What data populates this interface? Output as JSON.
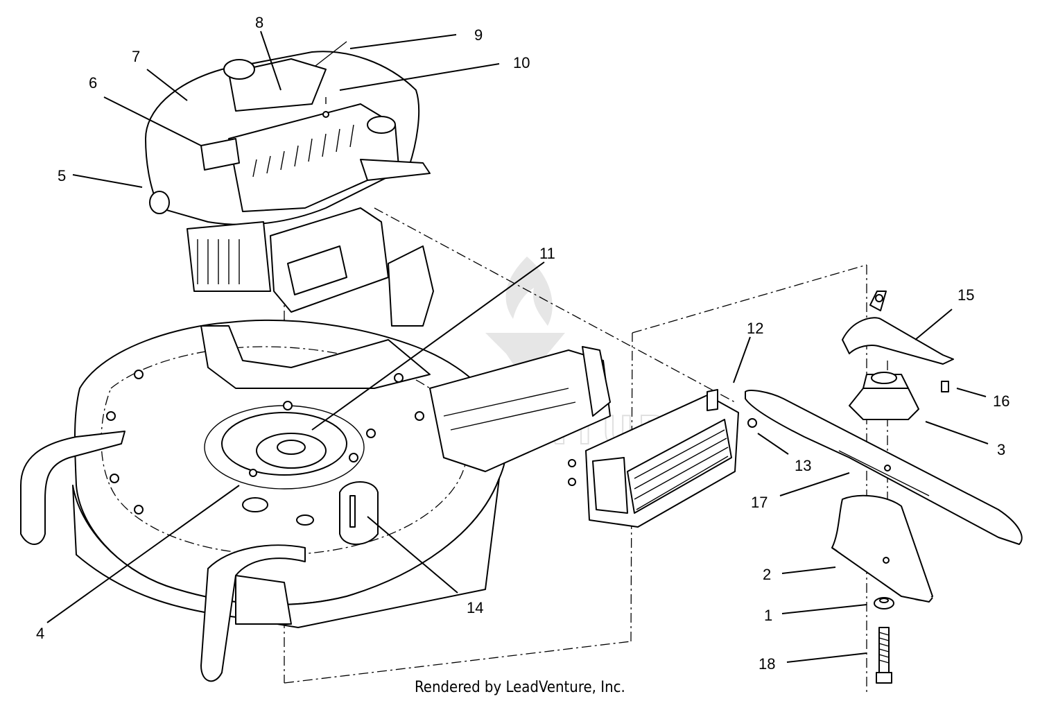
{
  "diagram": {
    "callouts": [
      "1",
      "2",
      "3",
      "4",
      "5",
      "6",
      "7",
      "8",
      "9",
      "10",
      "11",
      "12",
      "13",
      "14",
      "15",
      "16",
      "17",
      "18"
    ],
    "watermark": "LEADVENTURE",
    "credit": "Rendered by LeadVenture, Inc."
  }
}
